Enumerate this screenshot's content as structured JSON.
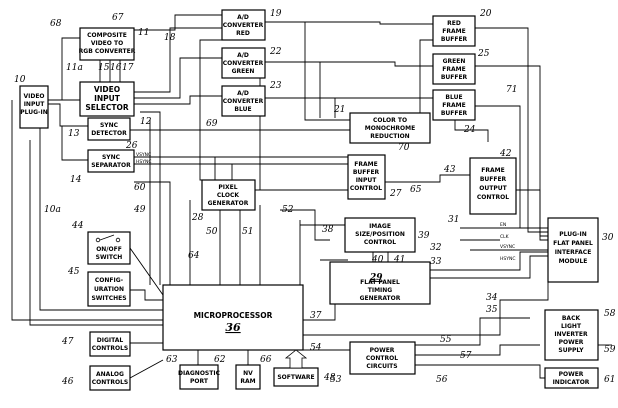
{
  "blocks": {
    "video_plugin": [
      "VIDEO",
      "INPUT",
      "PLUG-IN"
    ],
    "composite_converter": [
      "COMPOSITE",
      "VIDEO TO",
      "RGB CONVERTER"
    ],
    "video_selector": [
      "VIDEO",
      "INPUT",
      "SELECTOR"
    ],
    "sync_detector": [
      "SYNC",
      "DETECTOR"
    ],
    "sync_separator": [
      "SYNC",
      "SEPARATOR"
    ],
    "ad_red": [
      "A/D",
      "CONVERTER",
      "RED"
    ],
    "ad_green": [
      "A/D",
      "CONVERTER",
      "GREEN"
    ],
    "ad_blue": [
      "A/D",
      "CONVERTER",
      "BLUE"
    ],
    "red_fb": [
      "RED",
      "FRAME",
      "BUFFER"
    ],
    "green_fb": [
      "GREEN",
      "FRAME",
      "BUFFER"
    ],
    "blue_fb": [
      "BLUE",
      "FRAME",
      "BUFFER"
    ],
    "color_mono": [
      "COLOR TO",
      "MONOCHROME",
      "REDUCTION"
    ],
    "pixel_clock": [
      "PIXEL",
      "CLOCK",
      "GENERATOR"
    ],
    "fb_input": [
      "FRAME",
      "BUFFER",
      "INPUT",
      "CONTROL"
    ],
    "fb_output": [
      "FRAME",
      "BUFFER",
      "OUTPUT",
      "CONTROL"
    ],
    "image_size": [
      "IMAGE",
      "SIZE/POSITION",
      "CONTROL"
    ],
    "fp_timing": [
      "FLAT PANEL",
      "TIMING",
      "GENERATOR"
    ],
    "plugin_module": [
      "PLUG-IN",
      "FLAT PANEL",
      "INTERFACE",
      "MODULE"
    ],
    "onoff": [
      "ON/OFF",
      "SWITCH"
    ],
    "config": [
      "CONFIG-",
      "URATION",
      "SWITCHES"
    ],
    "microprocessor": "MICROPROCESSOR",
    "microprocessor_ref": "36",
    "digital": [
      "DIGITAL",
      "CONTROLS"
    ],
    "analog": [
      "ANALOG",
      "CONTROLS"
    ],
    "diag": [
      "DIAGNOSTIC",
      "PORT"
    ],
    "nvram": [
      "NV",
      "RAM"
    ],
    "software": "SOFTWARE",
    "power_ctrl": [
      "POWER",
      "CONTROL",
      "CIRCUITS"
    ],
    "backlight": [
      "BACK",
      "LIGHT",
      "INVERTER",
      "POWER",
      "SUPPLY"
    ],
    "power_ind": [
      "POWER",
      "INDICATOR"
    ]
  },
  "signals": {
    "vsync": "VSYNC",
    "hsync": "HSYNC",
    "en": "EN",
    "clk": "CLK",
    "vsync2": "VSYNC",
    "hsync2": "HSYNC"
  },
  "refs": [
    "10",
    "10a",
    "11",
    "11a",
    "12",
    "13",
    "14",
    "15",
    "16",
    "17",
    "18",
    "19",
    "20",
    "21",
    "22",
    "23",
    "24",
    "25",
    "26",
    "27",
    "28",
    "29",
    "30",
    "31",
    "32",
    "33",
    "34",
    "35",
    "37",
    "38",
    "39",
    "40",
    "41",
    "42",
    "43",
    "44",
    "45",
    "46",
    "47",
    "48",
    "49",
    "50",
    "51",
    "52",
    "53",
    "54",
    "55",
    "56",
    "57",
    "58",
    "59",
    "60",
    "61",
    "62",
    "63",
    "64",
    "65",
    "66",
    "67",
    "68",
    "69",
    "70",
    "71"
  ]
}
